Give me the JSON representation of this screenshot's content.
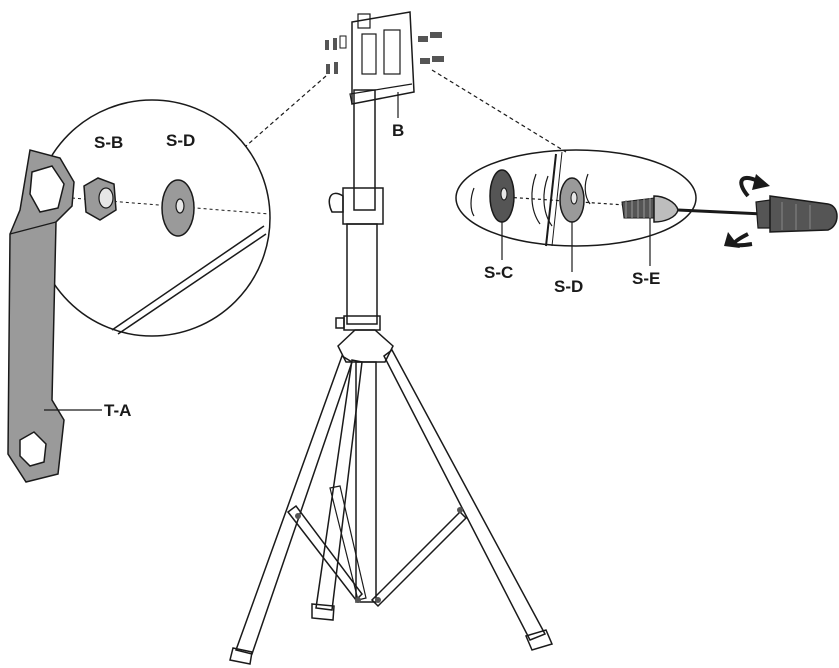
{
  "labels": {
    "bracket": "B",
    "nut": "S-B",
    "washer_left": "S-D",
    "washer_large": "S-C",
    "washer_right": "S-D",
    "screw": "S-E",
    "wrench": "T-A"
  },
  "colors": {
    "line": "#1a1a1a",
    "part_fill": "#9a9a9a",
    "part_fill_light": "#bdbdbd",
    "part_fill_dark": "#555555",
    "background": "#ffffff"
  },
  "icons": {
    "rotation": "rotate-arrows-icon",
    "screwdriver": "screwdriver-icon",
    "wrench": "wrench-icon"
  }
}
